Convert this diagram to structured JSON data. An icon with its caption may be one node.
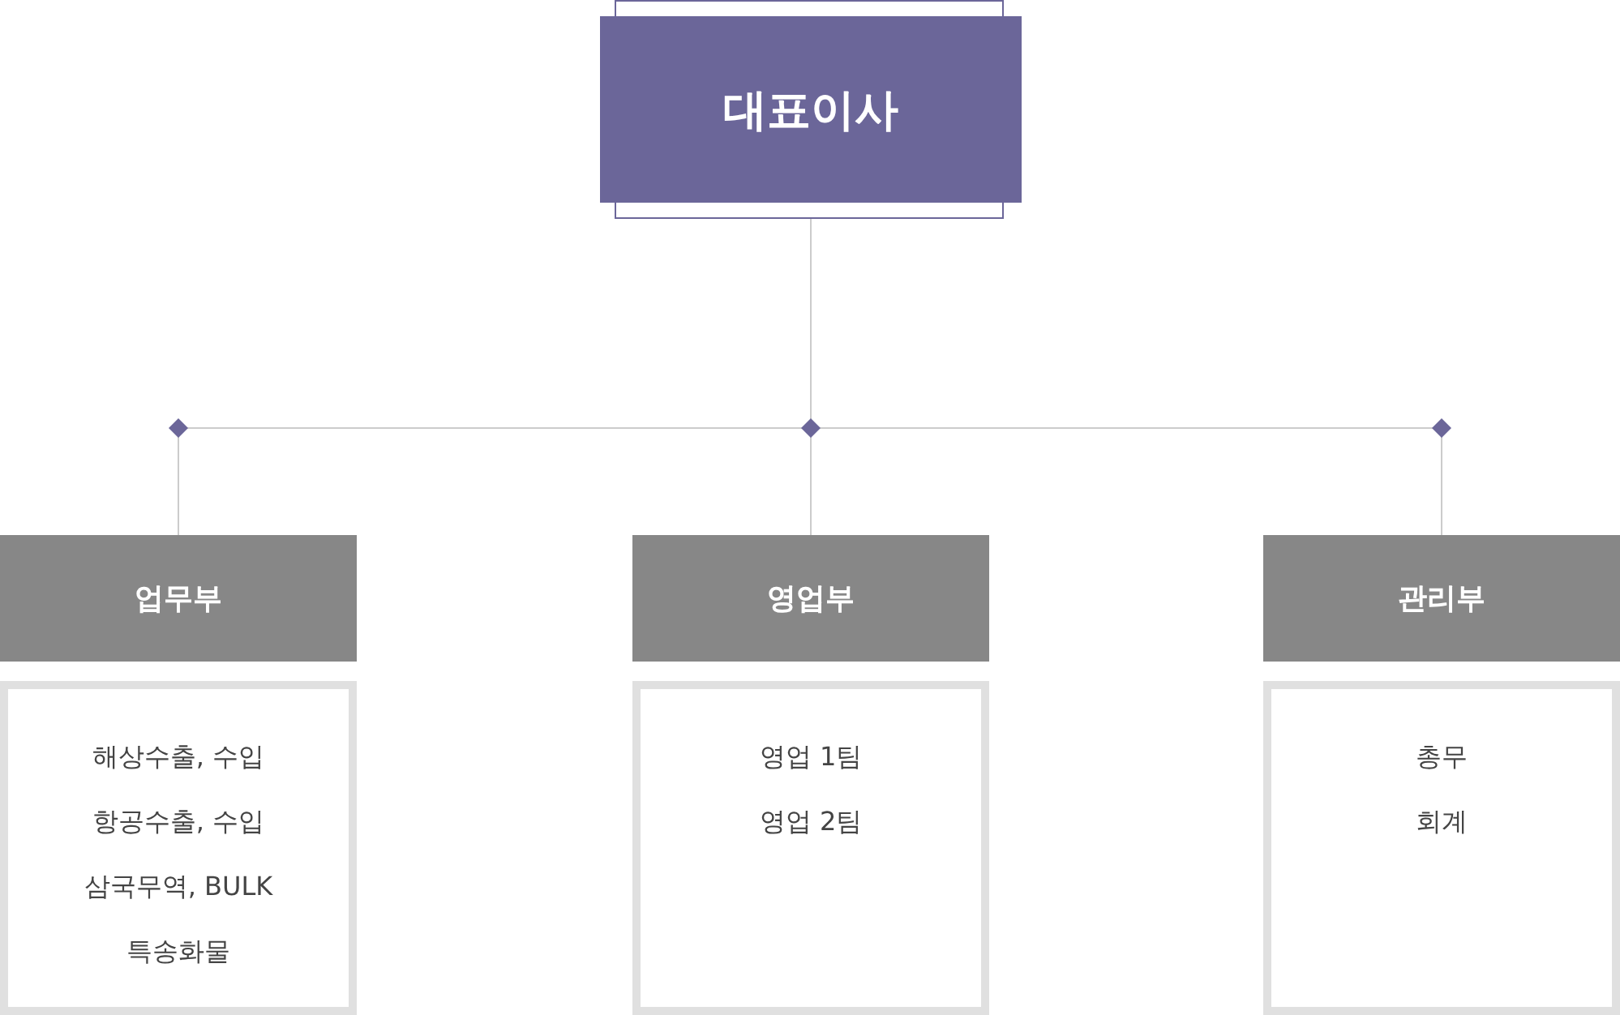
{
  "diagram": {
    "nodes": [
      {
        "text": [
          "대표이사"
        ]
      },
      {
        "text": [
          "업무부"
        ]
      },
      {
        "text": [
          "영업부"
        ]
      },
      {
        "text": [
          "관리부"
        ]
      },
      {
        "text": [
          "해상수출, 수입",
          "항공수출, 수입",
          "삼국무역, BULK",
          "특송화물"
        ]
      },
      {
        "text": [
          "영업 1팀",
          "영업 2팀"
        ]
      },
      {
        "text": [
          "총무",
          "회계"
        ]
      }
    ],
    "edges": [
      {
        "from": 0,
        "to": 1,
        "arrow": "none"
      },
      {
        "from": 0,
        "to": 2,
        "arrow": "none"
      },
      {
        "from": 0,
        "to": 3,
        "arrow": "none"
      }
    ]
  }
}
